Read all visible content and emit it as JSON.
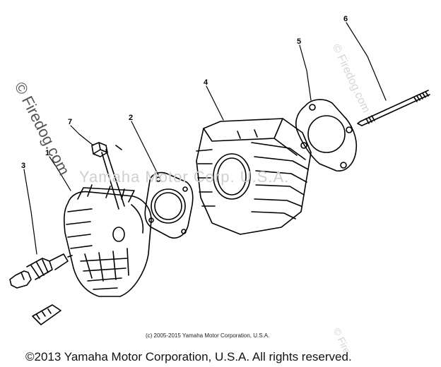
{
  "watermarks": {
    "left": "© Firedog.com",
    "center": "Yamaha Motor Corp. U.S.A.",
    "right_top": "© Firedog.com",
    "right_bottom": "© Fire"
  },
  "callouts": [
    "1",
    "2",
    "3",
    "4",
    "5",
    "6",
    "7"
  ],
  "small_copyright": "(c) 2005-2015 Yamaha Motor Corporation, U.S.A.",
  "footer": "©2013 Yamaha Motor Corporation, U.S.A. All rights reserved."
}
